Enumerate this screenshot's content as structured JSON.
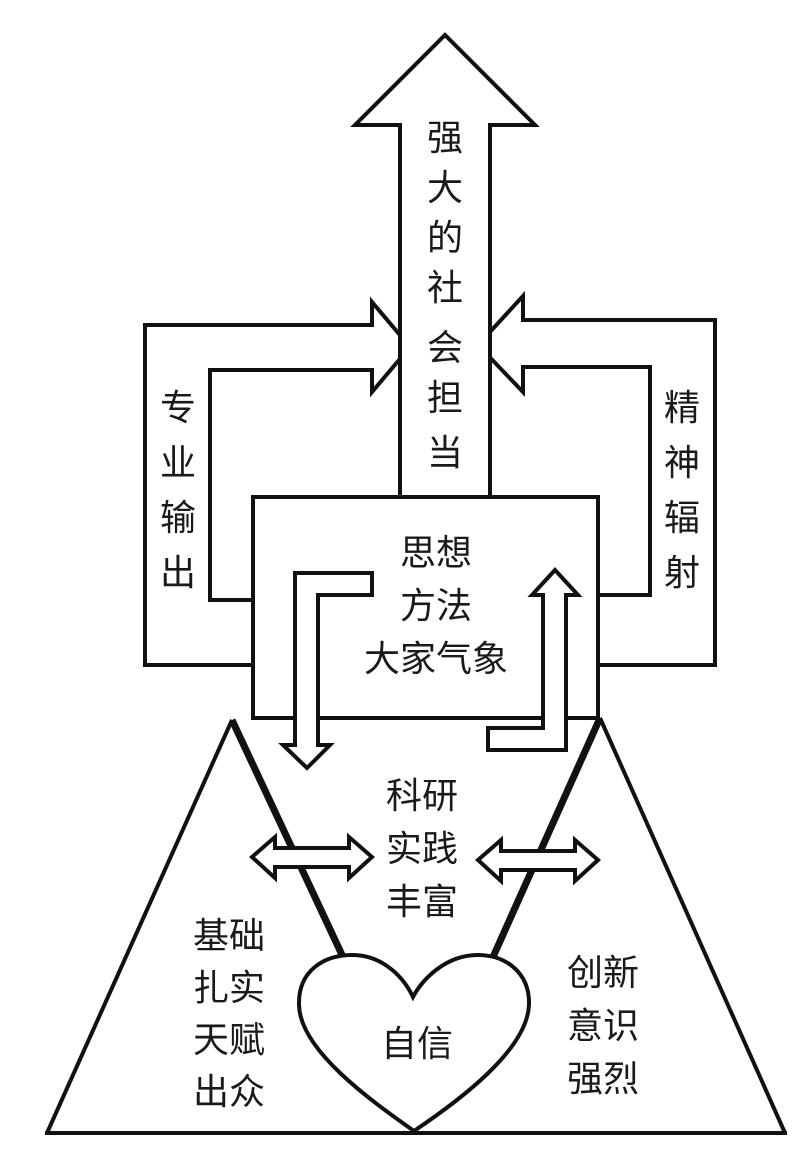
{
  "diagram": {
    "main_arrow": {
      "label_chars": [
        "强",
        "大",
        "的",
        "社",
        "会",
        "担",
        "当"
      ],
      "label": "强大的社会担当"
    },
    "left_loop": {
      "label_chars": [
        "专",
        "业",
        "输",
        "出"
      ],
      "label": "专业输出"
    },
    "right_loop": {
      "label_chars": [
        "精",
        "神",
        "辐",
        "射"
      ],
      "label": "精神辐射"
    },
    "center_box": {
      "lines": [
        "思想",
        "方法",
        "大家气象"
      ]
    },
    "middle_region": {
      "lines": [
        "科研",
        "实践",
        "丰富"
      ]
    },
    "left_triangle": {
      "lines": [
        "基础",
        "扎实",
        "天赋",
        "出众"
      ]
    },
    "right_triangle": {
      "lines": [
        "创新",
        "意识",
        "强烈"
      ]
    },
    "heart": {
      "label": "自信"
    },
    "colors": {
      "stroke": "#111111",
      "text": "#1a1a1a",
      "background": "#ffffff"
    }
  }
}
